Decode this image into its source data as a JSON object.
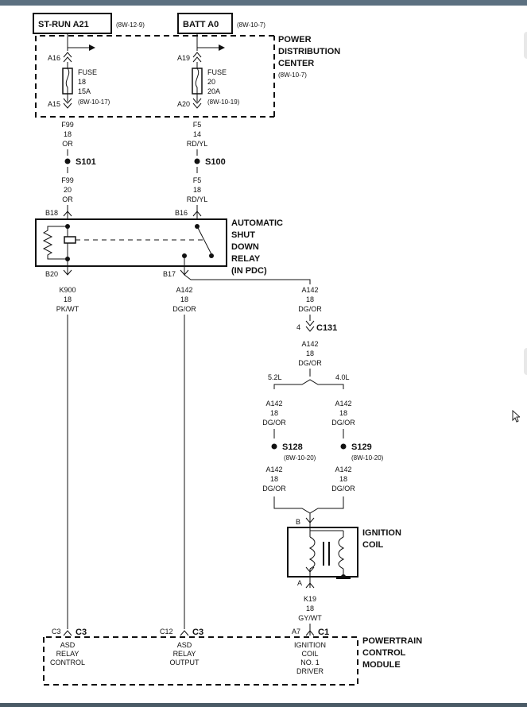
{
  "boxes": {
    "st_run": {
      "label": "ST-RUN A21",
      "ref": "(8W-12-9)"
    },
    "batt": {
      "label": "BATT A0",
      "ref": "(8W-10-7)"
    }
  },
  "pdc": {
    "line1": "POWER",
    "line2": "DISTRIBUTION",
    "line3": "CENTER",
    "ref": "(8W-10-7)",
    "left_top_pin": "A16",
    "left_bot_pin": "A15",
    "right_top_pin": "A19",
    "right_bot_pin": "A20",
    "fuse_left": {
      "name": "FUSE",
      "num": "18",
      "amp": "15A",
      "ref": "(8W-10-17)"
    },
    "fuse_right": {
      "name": "FUSE",
      "num": "20",
      "amp": "20A",
      "ref": "(8W-10-19)"
    }
  },
  "wires": {
    "f99_a": {
      "code": "F99",
      "gauge": "18",
      "color": "OR"
    },
    "f99_b": {
      "code": "F99",
      "gauge": "20",
      "color": "OR"
    },
    "f5_a": {
      "code": "F5",
      "gauge": "14",
      "color": "RD/YL"
    },
    "f5_b": {
      "code": "F5",
      "gauge": "18",
      "color": "RD/YL"
    },
    "k900": {
      "code": "K900",
      "gauge": "18",
      "color": "PK/WT"
    },
    "a142_left": {
      "code": "A142",
      "gauge": "18",
      "color": "DG/OR"
    },
    "a142_right1": {
      "code": "A142",
      "gauge": "18",
      "color": "DG/OR"
    },
    "a142_right2": {
      "code": "A142",
      "gauge": "18",
      "color": "DG/OR"
    },
    "a142_52a": {
      "code": "A142",
      "gauge": "18",
      "color": "DG/OR"
    },
    "a142_40a": {
      "code": "A142",
      "gauge": "18",
      "color": "DG/OR"
    },
    "a142_52b": {
      "code": "A142",
      "gauge": "18",
      "color": "DG/OR"
    },
    "a142_40b": {
      "code": "A142",
      "gauge": "18",
      "color": "DG/OR"
    },
    "k19": {
      "code": "K19",
      "gauge": "18",
      "color": "GY/WT"
    }
  },
  "splices": {
    "s101": "S101",
    "s100": "S100",
    "s128": "S128",
    "s128_ref": "(8W-10-20)",
    "s129": "S129",
    "s129_ref": "(8W-10-20)"
  },
  "relay": {
    "line1": "AUTOMATIC",
    "line2": "SHUT",
    "line3": "DOWN",
    "line4": "RELAY",
    "line5": "(IN PDC)",
    "pin_b18": "B18",
    "pin_b16": "B16",
    "pin_b20": "B20",
    "pin_b17": "B17"
  },
  "c131": {
    "pin": "4",
    "label": "C131"
  },
  "engines": {
    "left": "5.2L",
    "right": "4.0L"
  },
  "coil": {
    "line1": "IGNITION",
    "line2": "COIL",
    "pin_b": "B",
    "pin_a": "A"
  },
  "pcm": {
    "line1": "POWERTRAIN",
    "line2": "CONTROL",
    "line3": "MODULE",
    "c3_left": {
      "pin": "C3",
      "conn": "C3",
      "l1": "ASD",
      "l2": "RELAY",
      "l3": "CONTROL"
    },
    "c3_mid": {
      "pin": "C12",
      "conn": "C3",
      "l1": "ASD",
      "l2": "RELAY",
      "l3": "OUTPUT"
    },
    "c1": {
      "pin": "A7",
      "conn": "C1",
      "l1": "IGNITION",
      "l2": "COIL",
      "l3": "NO. 1",
      "l4": "DRIVER"
    }
  }
}
